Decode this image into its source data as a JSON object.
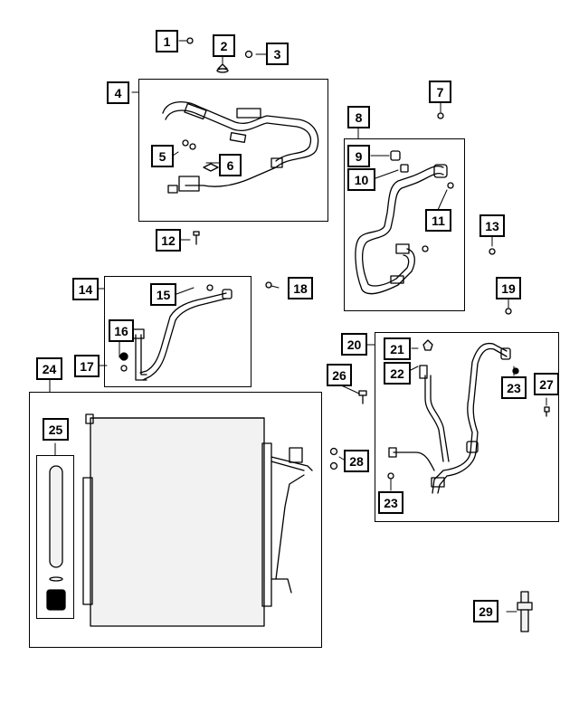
{
  "callouts": {
    "c1": "1",
    "c2": "2",
    "c3": "3",
    "c4": "4",
    "c5": "5",
    "c6": "6",
    "c7": "7",
    "c8": "8",
    "c9": "9",
    "c10": "10",
    "c11": "11",
    "c12": "12",
    "c13": "13",
    "c14": "14",
    "c15": "15",
    "c16": "16",
    "c17": "17",
    "c18": "18",
    "c19": "19",
    "c20": "20",
    "c21": "21",
    "c22": "22",
    "c23a": "23",
    "c23b": "23",
    "c24": "24",
    "c25": "25",
    "c26": "26",
    "c27": "27",
    "c28": "28",
    "c29": "29"
  },
  "colors": {
    "line": "#000000",
    "background": "#ffffff",
    "part_fill": "#f2f2f2"
  }
}
